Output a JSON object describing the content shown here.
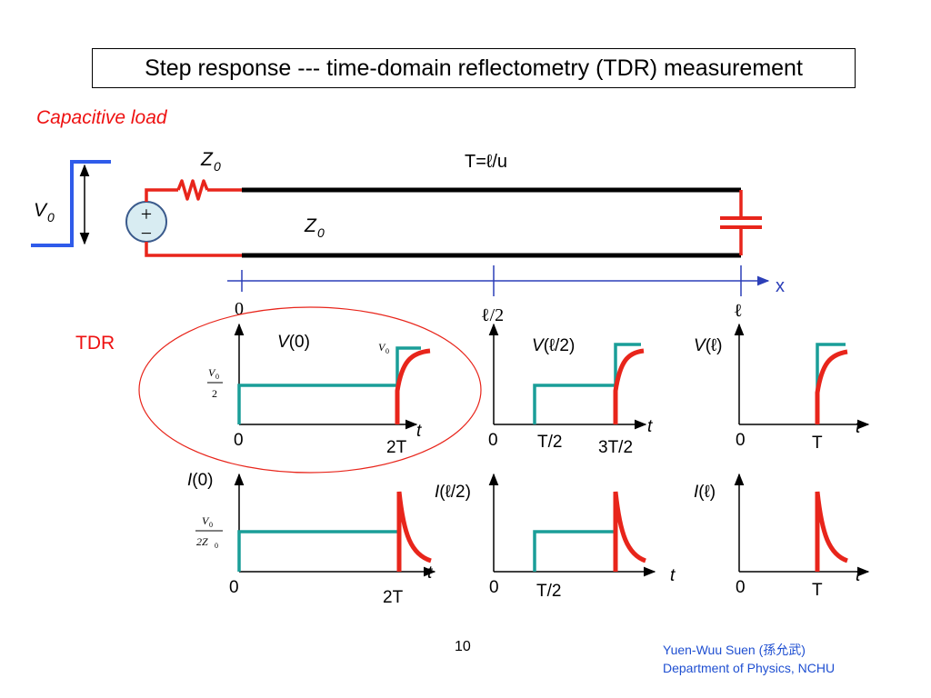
{
  "title": "Step response --- time-domain reflectometry (TDR) measurement",
  "subtitle": "Capacitive load",
  "circuit": {
    "source_voltage": "V",
    "source_sub": "0",
    "resistor_label": "Z",
    "resistor_sub": "0",
    "line_label": "Z",
    "line_sub": "0",
    "delay_label": "T=ℓ/u",
    "plus_sign": "+",
    "minus_sign": "−"
  },
  "axis": {
    "label": "x",
    "ticks": [
      "0",
      "ℓ/2",
      "ℓ"
    ]
  },
  "tdr_label": "TDR",
  "plots": {
    "v0": {
      "label_v": "V",
      "label_arg": "(0)",
      "origin": "0",
      "t": "t",
      "tick": "2T",
      "y_top_num": "V",
      "y_top_sub": "0",
      "y_mid_num": "V",
      "y_mid_sub": "0",
      "y_mid_den": "2"
    },
    "vhalf": {
      "label_v": "V",
      "label_arg": "(ℓ/2)",
      "origin": "0",
      "t": "t",
      "tick1": "T/2",
      "tick2": "3T/2"
    },
    "vl": {
      "label_v": "V",
      "label_arg": "(ℓ)",
      "origin": "0",
      "t": "t",
      "tick": "T"
    },
    "i0": {
      "label_v": "I",
      "label_arg": "(0)",
      "origin": "0",
      "t": "t",
      "tick": "2T",
      "y_num": "V",
      "y_num_sub": "0",
      "y_den": "2Z",
      "y_den_sub": "0"
    },
    "ihalf": {
      "label_v": "I",
      "label_arg": "(ℓ/2)",
      "origin": "0",
      "t": "t",
      "tick": "T/2"
    },
    "il": {
      "label_v": "I",
      "label_arg": "(ℓ)",
      "origin": "0",
      "t": "t",
      "tick": "T"
    }
  },
  "page_number": "10",
  "credit": {
    "author": "Yuen-Wuu Suen (孫允武)",
    "department": "Department of Physics, NCHU"
  },
  "colors": {
    "red": "#e8251b",
    "teal": "#1a9e98",
    "blue": "#2f5bea",
    "axis_blue": "#2c3fb8",
    "black": "#000000"
  }
}
